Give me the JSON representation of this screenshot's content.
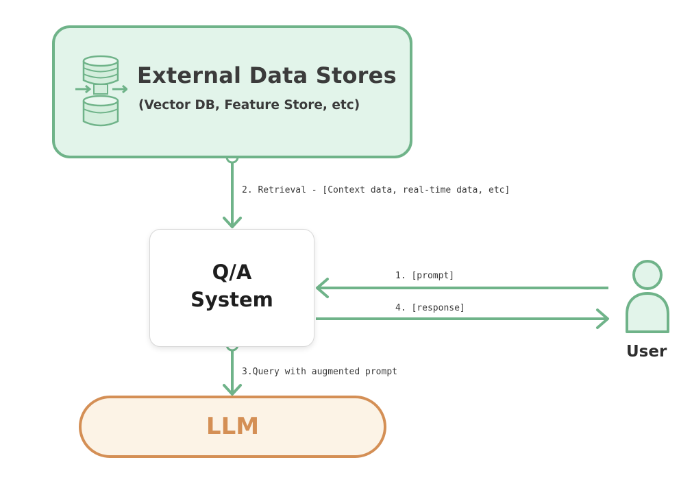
{
  "external_store": {
    "title": "External Data Stores",
    "subtitle": "(Vector DB, Feature Store, etc)",
    "icon": "database-sync-icon"
  },
  "qa_system": {
    "label_line1": "Q/A",
    "label_line2": "System"
  },
  "llm": {
    "label": "LLM"
  },
  "user": {
    "label": "User",
    "icon": "user-icon"
  },
  "edges": {
    "retrieval": "2. Retrieval - [Context data, real-time data, etc]",
    "prompt": "1. [prompt]",
    "response": "4. [response]",
    "query": "3.Query with augmented prompt"
  },
  "colors": {
    "green_stroke": "#6fb389",
    "green_fill": "#e2f4ea",
    "orange_stroke": "#d48f55",
    "orange_fill": "#fcf3e6"
  }
}
